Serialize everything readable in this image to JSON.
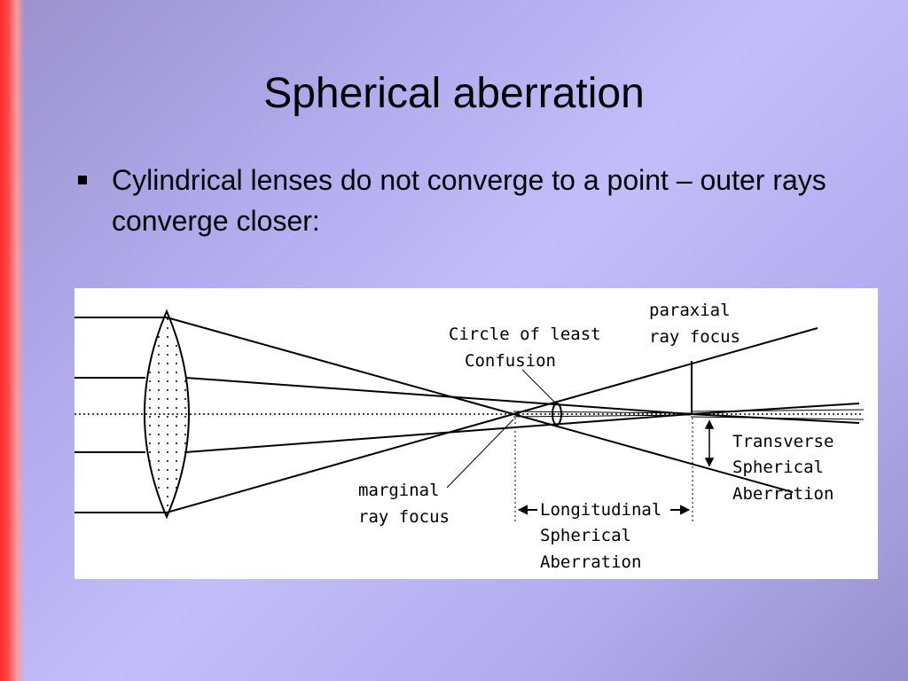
{
  "slide": {
    "title": "Spherical aberration",
    "bullet": "Cylindrical lenses do not converge to a point – outer rays converge closer:"
  },
  "diagram": {
    "labels": {
      "circle_of_least_line1": "Circle of least",
      "circle_of_least_line2": "Confusion",
      "paraxial_line1": "paraxial",
      "paraxial_line2": "ray focus",
      "marginal_line1": "marginal",
      "marginal_line2": "ray focus",
      "longitudinal_line1": "Longitudinal",
      "longitudinal_line2": "Spherical",
      "longitudinal_line3": "Aberration",
      "transverse_line1": "Transverse",
      "transverse_line2": "Spherical",
      "transverse_line3": "Aberration"
    }
  },
  "colors": {
    "background": "#b3acee",
    "edge_accent": "#ff2a2a",
    "figure_background": "#ffffff"
  }
}
